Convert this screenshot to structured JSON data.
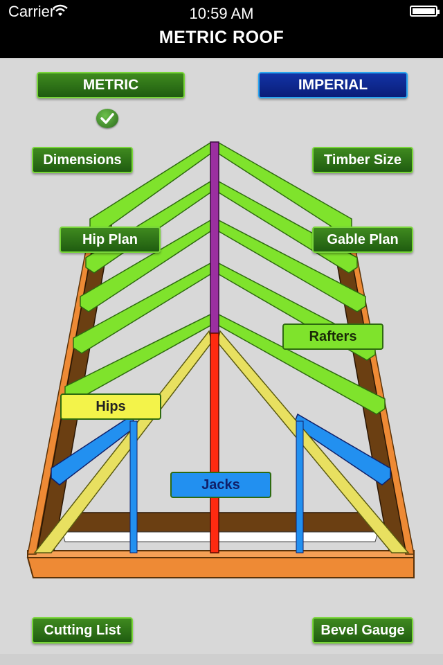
{
  "status_bar": {
    "carrier": "Carrier",
    "time": "10:59 AM"
  },
  "nav": {
    "title": "METRIC ROOF"
  },
  "units": {
    "metric": "METRIC",
    "imperial": "IMPERIAL",
    "selected": "metric"
  },
  "menu": {
    "dimensions": "Dimensions",
    "timber_size": "Timber Size",
    "hip_plan": "Hip Plan",
    "gable_plan": "Gable Plan",
    "cutting_list": "Cutting List",
    "bevel_gauge": "Bevel Gauge"
  },
  "diagram_labels": {
    "rafters": "Rafters",
    "hips": "Hips",
    "jacks": "Jacks"
  },
  "colors": {
    "rafter": "#7fe32c",
    "hip": "#e8e060",
    "jack": "#2290f0",
    "ridge": "#9b2fa0",
    "king_post": "#ff2a10",
    "wall_plate": "#ee8a35",
    "purlin": "#6b3f12"
  }
}
